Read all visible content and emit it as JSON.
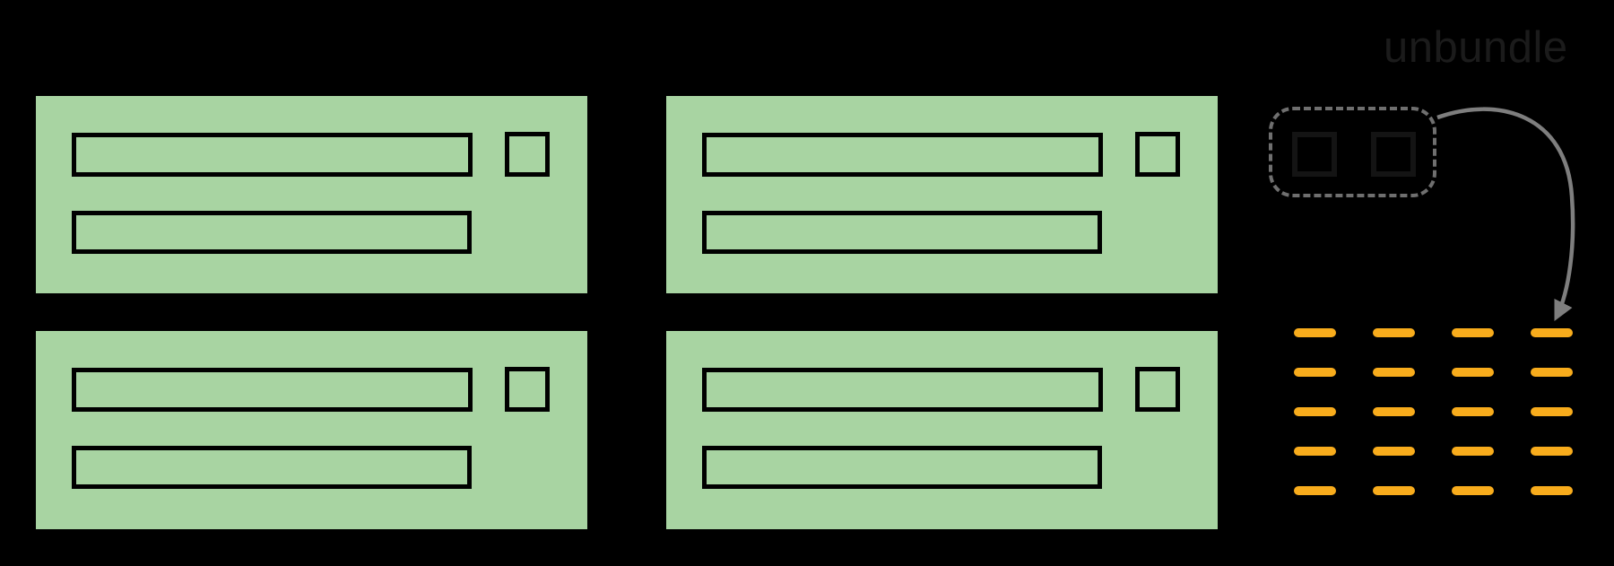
{
  "title_label": "unbundle",
  "colors": {
    "canvas_bg": "#000000",
    "label_text": "#1b1b1b",
    "card_fill": "#a8d4a2",
    "card_outline": "#000000",
    "bundle_dash": "#6f6f6f",
    "bundle_item": "#141414",
    "arrow": "#7e7e7e",
    "token": "#f8ac1c"
  },
  "diagram": {
    "bundled_cards": {
      "count": 4,
      "bars_per_card": 2,
      "small_squares_per_card": 1,
      "layout": "2x2 grid"
    },
    "bundle_box": {
      "style": "dashed rounded rectangle",
      "square_count": 2
    },
    "unbundled_grid": {
      "rows": 5,
      "columns": 4,
      "item": "dash"
    }
  }
}
